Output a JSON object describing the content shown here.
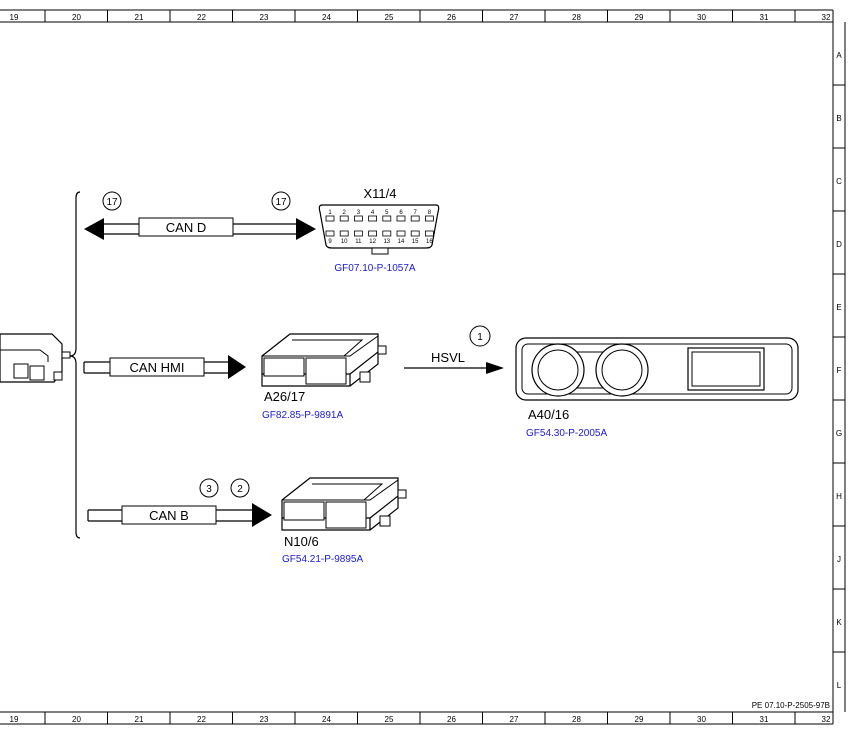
{
  "columns": [
    "19",
    "20",
    "21",
    "22",
    "23",
    "24",
    "25",
    "26",
    "27",
    "28",
    "29",
    "30",
    "31",
    "32"
  ],
  "rows": [
    "A",
    "B",
    "C",
    "D",
    "E",
    "F",
    "G",
    "H",
    "J",
    "K",
    "L"
  ],
  "footer_ref": "PE 07.10-P-2505-97B",
  "buses": {
    "can_d": {
      "label": "CAN D",
      "left_marker": "17",
      "right_marker": "17"
    },
    "can_hmi": {
      "label": "CAN HMI"
    },
    "can_b": {
      "label": "CAN B",
      "marker_a": "3",
      "marker_b": "2"
    },
    "hsvl": {
      "label": "HSVL",
      "marker": "1"
    }
  },
  "components": {
    "x11_4": {
      "id": "X11/4",
      "ref": "GF07.10-P-1057A",
      "pins_top": [
        "1",
        "2",
        "3",
        "4",
        "5",
        "6",
        "7",
        "8"
      ],
      "pins_bottom": [
        "9",
        "10",
        "11",
        "12",
        "13",
        "14",
        "15",
        "16"
      ]
    },
    "a26_17": {
      "id": "A26/17",
      "ref": "GF82.85-P-9891A"
    },
    "n10_6": {
      "id": "N10/6",
      "ref": "GF54.21-P-9895A"
    },
    "a40_16": {
      "id": "A40/16",
      "ref": "GF54.30-P-2005A"
    }
  }
}
